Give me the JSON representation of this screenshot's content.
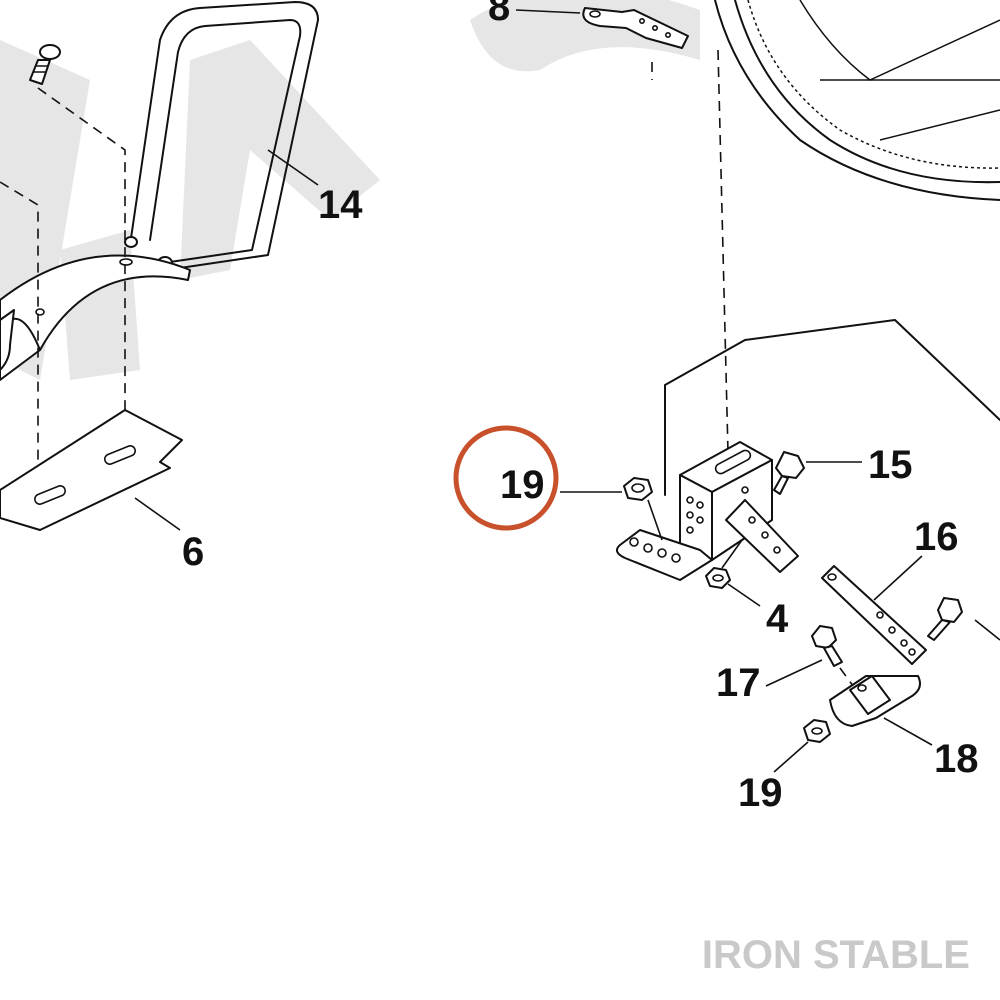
{
  "callouts": {
    "c8": "8",
    "c14": "14",
    "c6": "6",
    "c19_highlight": "19",
    "c15": "15",
    "c16": "16",
    "c4": "4",
    "c17": "17",
    "c18": "18",
    "c19_lower": "19"
  },
  "watermark": "IRON STABLE",
  "colors": {
    "highlight_circle": "#c8502a",
    "background_watermark": "#e6e6e6",
    "line": "#111111"
  }
}
